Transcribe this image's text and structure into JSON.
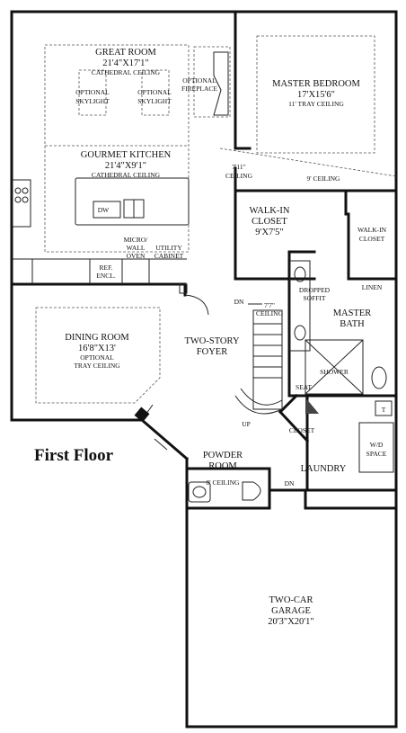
{
  "title": "First Floor",
  "rooms": {
    "great_room": {
      "name": "GREAT ROOM",
      "dims": "21'4\"X17'1\"",
      "note": "CATHEDRAL CEILING"
    },
    "skylight_left": "OPTIONAL SKYLIGHT",
    "skylight_right": "OPTIONAL SKYLIGHT",
    "fireplace": "OPTIONAL FIREPLACE",
    "master_bedroom": {
      "name": "MASTER BEDROOM",
      "dims": "17'X15'6\"",
      "note": "11' TRAY CEILING"
    },
    "kitchen": {
      "name": "GOURMET KITCHEN",
      "dims": "21'4\"X9'1\"",
      "note": "CATHEDRAL CEILING"
    },
    "dw": "DW",
    "ceiling_711": "7'11\" CEILING",
    "ceiling_9": "9' CEILING",
    "walkin_closet_main": {
      "name": "WALK-IN CLOSET",
      "dims": "9'X7'5\""
    },
    "walkin_closet_small": "WALK-IN CLOSET",
    "micro_wall_oven": "MICRO/ WALL OVEN",
    "utility_cabinet": "UTILITY CABINET",
    "ref_encl": "REF. ENCL.",
    "linen": "LINEN",
    "dropped_soffit": "DROPPED SOFFIT",
    "dn_top": "DN",
    "ceiling_77": "7'7\" CEILING",
    "master_bath": "MASTER BATH",
    "dining_room": {
      "name": "DINING ROOM",
      "dims": "16'8\"X13'",
      "note": "OPTIONAL TRAY CEILING"
    },
    "foyer": "TWO-STORY FOYER",
    "shower": "SHOWER",
    "seat": "SEAT",
    "up": "UP",
    "closet": "CLOSET",
    "t": "T",
    "wd_space": "W/D SPACE",
    "powder_room": "POWDER ROOM",
    "ceiling_8": "8' CEILING",
    "dn_bottom": "DN",
    "laundry": "LAUNDRY",
    "garage": {
      "name": "TWO-CAR GARAGE",
      "dims": "20'3\"X20'1\""
    }
  }
}
